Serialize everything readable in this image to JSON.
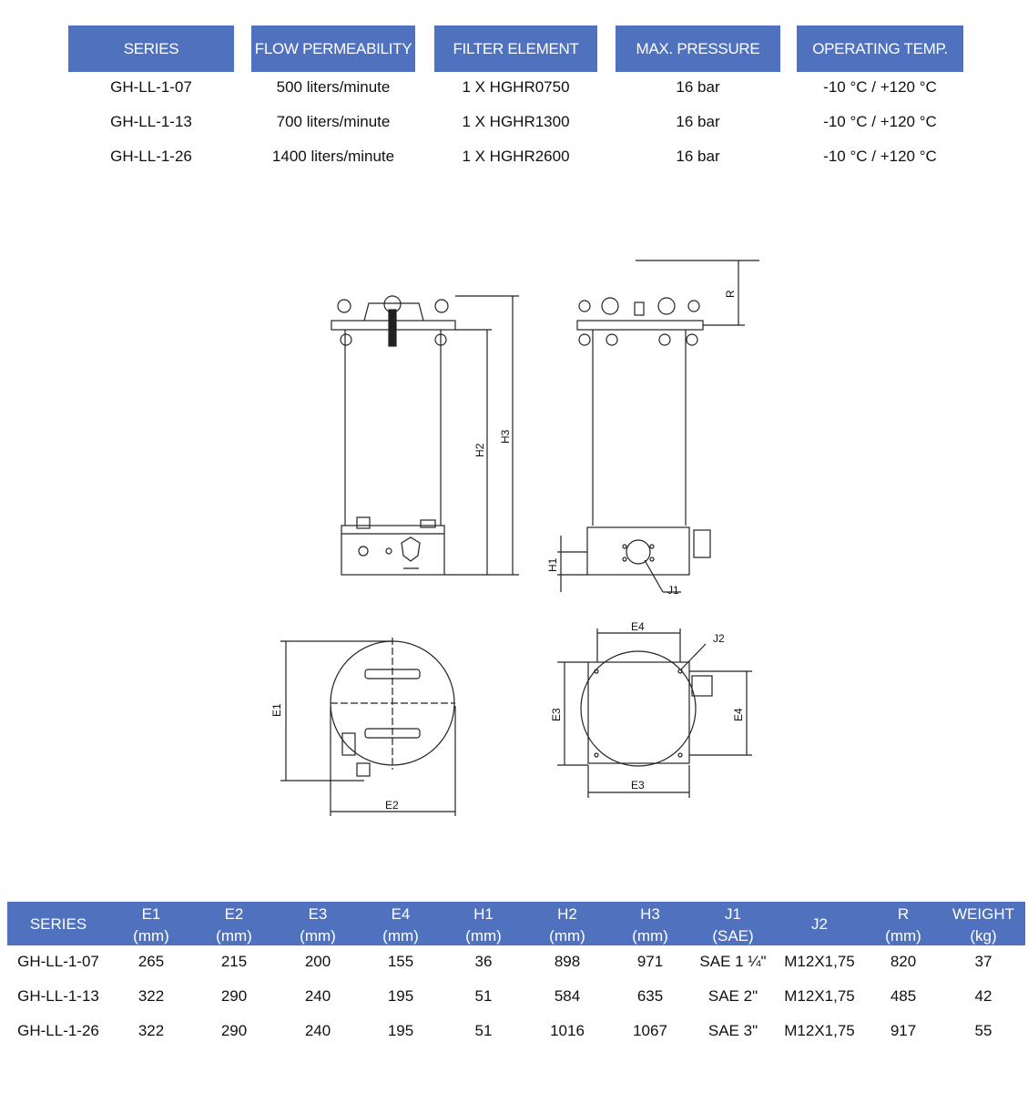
{
  "spec_table": {
    "headers": [
      "SERIES",
      "FLOW PERMEABILITY",
      "FILTER ELEMENT",
      "MAX. PRESSURE",
      "OPERATING TEMP."
    ],
    "rows": [
      [
        "GH-LL-1-07",
        "500 liters/minute",
        "1 X HGHR0750",
        "16 bar",
        "-10 °C / +120 °C"
      ],
      [
        "GH-LL-1-13",
        "700 liters/minute",
        "1 X HGHR1300",
        "16 bar",
        "-10 °C / +120 °C"
      ],
      [
        "GH-LL-1-26",
        "1400 liters/minute",
        "1 X HGHR2600",
        "16 bar",
        "-10 °C / +120 °C"
      ]
    ]
  },
  "drawing_labels": {
    "H2": "H2",
    "H3": "H3",
    "R": "R",
    "H1": "H1",
    "J1": "J1",
    "J2": "J2",
    "E1": "E1",
    "E2": "E2",
    "E3": "E3",
    "E4": "E4"
  },
  "dim_table": {
    "headers": [
      [
        "SERIES",
        ""
      ],
      [
        "E1",
        "(mm)"
      ],
      [
        "E2",
        "(mm)"
      ],
      [
        "E3",
        "(mm)"
      ],
      [
        "E4",
        "(mm)"
      ],
      [
        "H1",
        "(mm)"
      ],
      [
        "H2",
        "(mm)"
      ],
      [
        "H3",
        "(mm)"
      ],
      [
        "J1",
        "(SAE)"
      ],
      [
        "J2",
        ""
      ],
      [
        "R",
        "(mm)"
      ],
      [
        "WEIGHT",
        "(kg)"
      ]
    ],
    "rows": [
      [
        "GH-LL-1-07",
        "265",
        "215",
        "200",
        "155",
        "36",
        "898",
        "971",
        "SAE 1 ¼\"",
        "M12X1,75",
        "820",
        "37"
      ],
      [
        "GH-LL-1-13",
        "322",
        "290",
        "240",
        "195",
        "51",
        "584",
        "635",
        "SAE 2\"",
        "M12X1,75",
        "485",
        "42"
      ],
      [
        "GH-LL-1-26",
        "322",
        "290",
        "240",
        "195",
        "51",
        "1016",
        "1067",
        "SAE 3\"",
        "M12X1,75",
        "917",
        "55"
      ]
    ]
  }
}
